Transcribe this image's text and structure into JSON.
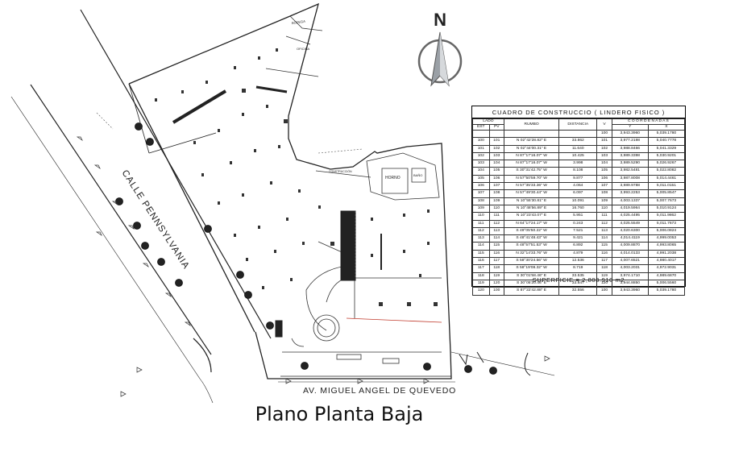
{
  "caption": "Plano Planta Baja",
  "compass": {
    "letter": "N"
  },
  "street_labels": {
    "side": "CALLE PENNSYLVANIA",
    "front": "AV. MIGUEL ANGEL DE QUEVEDO"
  },
  "room_labels": [
    "BODEGA",
    "OFICINA",
    "HORNO",
    "BAÑO",
    "CONSTRUCCIÓN"
  ],
  "table": {
    "title": "CUADRO DE CONSTRUCCIO ( LINDERO FISICO )",
    "headers": {
      "lado": "LADO",
      "est": "EST",
      "pv": "PV",
      "rumbo": "RUMBO",
      "distancia": "DISTANCIA",
      "v": "V",
      "coordenadas": "C O O R D E N A D A S",
      "y": "Y",
      "x": "X"
    },
    "first_row": {
      "v": "100",
      "y": "3,943.3960",
      "x": "5,039.1780"
    },
    "rows": [
      [
        "100",
        "101",
        "N 02°42'28.82\" E",
        "33.862",
        "101",
        "3,977.2198",
        "5,040.7778"
      ],
      [
        "101",
        "102",
        "N 02°44'00.31\" E",
        "11.640",
        "102",
        "3,988.8466",
        "5,041.3329"
      ],
      [
        "102",
        "103",
        "N 87°17'16.07\" W",
        "10.425",
        "103",
        "3,989.3398",
        "5,030.9201"
      ],
      [
        "103",
        "104",
        "N 87°17'16.07\" W",
        "3.998",
        "104",
        "3,989.5290",
        "5,026.9267"
      ],
      [
        "104",
        "105",
        "S 30°31'42.75\" W",
        "8.108",
        "105",
        "3,982.5481",
        "5,022.8082"
      ],
      [
        "105",
        "106",
        "N 57°50'59.70\" W",
        "9.877",
        "106",
        "3,987.8008",
        "5,014.4461"
      ],
      [
        "106",
        "107",
        "N 57°35'33.36\" W",
        "4.064",
        "107",
        "3,989.9788",
        "5,011.0151"
      ],
      [
        "107",
        "108",
        "N 57°49'30.44\" W",
        "6.097",
        "108",
        "3,993.2253",
        "5,005.8547"
      ],
      [
        "108",
        "109",
        "N 10°55'30.81\" E",
        "10.091",
        "109",
        "4,003.1337",
        "5,007.7673"
      ],
      [
        "109",
        "110",
        "N 10°48'56.89\" E",
        "16.760",
        "110",
        "4,019.5964",
        "5,010.9124"
      ],
      [
        "110",
        "111",
        "N 10°23'43.07\" E",
        "5.951",
        "111",
        "4,025.4495",
        "5,011.9862"
      ],
      [
        "111",
        "112",
        "N 64°17'24.17\" W",
        "0.243",
        "112",
        "4,025.5549",
        "5,011.7673"
      ],
      [
        "112",
        "113",
        "S 49°05'50.22\" W",
        "7.521",
        "113",
        "4,020.6300",
        "5,006.0824"
      ],
      [
        "113",
        "114",
        "S 48°41'48.43\" W",
        "9.421",
        "114",
        "4,014.4119",
        "4,999.0053"
      ],
      [
        "114",
        "115",
        "S 48°57'51.53\" W",
        "6.892",
        "115",
        "4,009.8870",
        "4,993.8065"
      ],
      [
        "115",
        "116",
        "N 32°14'33.76\" W",
        "4.879",
        "116",
        "4,014.0133",
        "4,991.2038"
      ],
      [
        "116",
        "117",
        "S 58°30'24.56\" W",
        "12.536",
        "117",
        "4,007.6521",
        "4,980.4017"
      ],
      [
        "117",
        "118",
        "S 58°19'08.32\" W",
        "8.719",
        "118",
        "4,003.2031",
        "4,972.9031"
      ],
      [
        "118",
        "119",
        "S 30°01'58.46\" E",
        "33.535",
        "119",
        "3,974.1710",
        "4,989.6870"
      ],
      [
        "119",
        "120",
        "S 30°05'20.46\" E",
        "33.847",
        "120",
        "3,944.8850",
        "5,006.5560"
      ],
      [
        "120",
        "100",
        "S 87°22'42.88\" E",
        "32.556",
        "100",
        "3,943.3960",
        "5,039.1780"
      ]
    ],
    "surface": "SUPERFICIE = 2,803.910 m2"
  }
}
